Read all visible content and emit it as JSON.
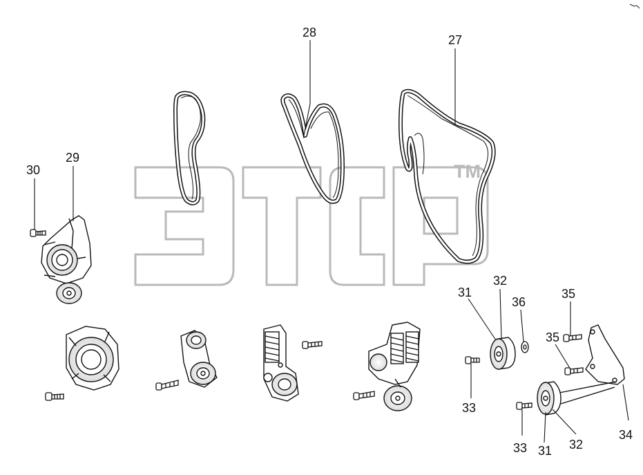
{
  "watermark": {
    "text": "ЭТСР",
    "tm": "TM"
  },
  "callouts": {
    "c27": "27",
    "c28": "28",
    "c29": "29",
    "c30": "30",
    "c31a": "31",
    "c32a": "32",
    "c36": "36",
    "c35a": "35",
    "c35b": "35",
    "c33a": "33",
    "c34": "34",
    "c33b": "33",
    "c31b": "31",
    "c32b": "32"
  },
  "colors": {
    "line": "#111111",
    "watermark": "#b9b9b9",
    "background": "#ffffff"
  }
}
